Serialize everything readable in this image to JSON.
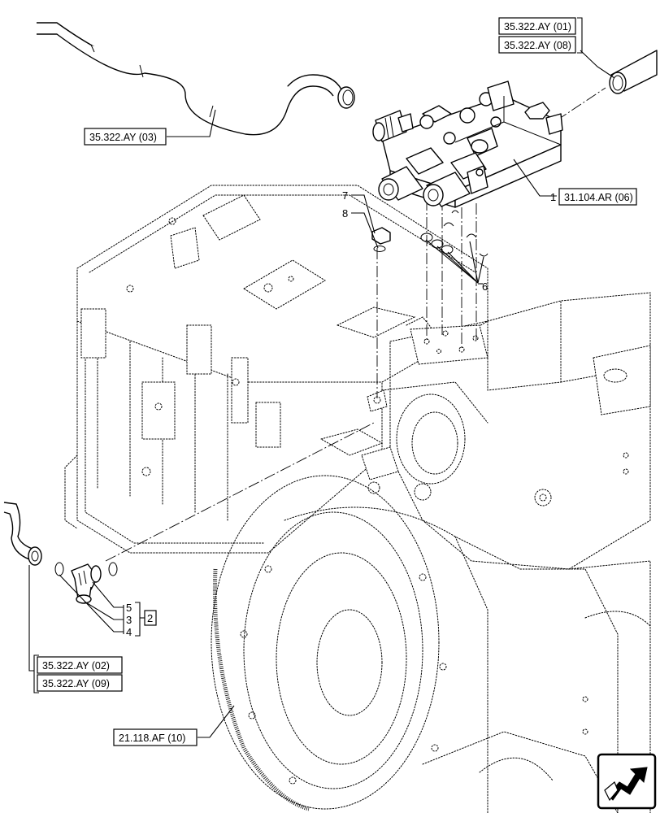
{
  "references": {
    "top_right_1": "35.322.AY (01)",
    "top_right_2": "35.322.AY (08)",
    "upper_left": "35.322.AY (03)",
    "valve_ref": "31.104.AR (06)",
    "lower_left_1": "35.322.AY (02)",
    "lower_left_2": "35.322.AY (09)",
    "bottom_ref": "21.118.AF (10)"
  },
  "callouts": {
    "n1": "1",
    "n2": "2",
    "n3": "3",
    "n4": "4",
    "n5": "5",
    "n6": "6",
    "n7": "7",
    "n8": "8"
  },
  "nav_icon": "next-page-arrow-icon"
}
